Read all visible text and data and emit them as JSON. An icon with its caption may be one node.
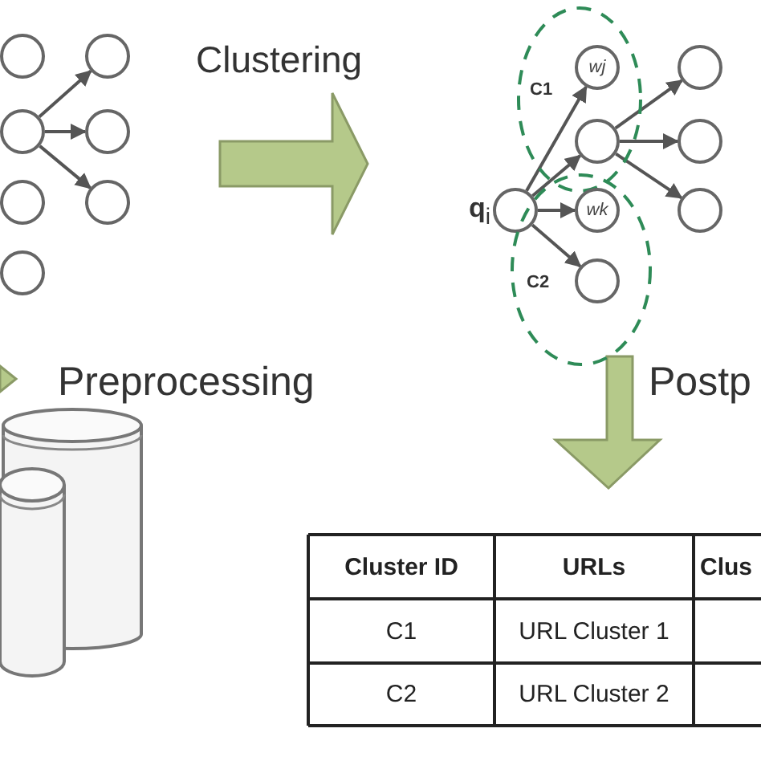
{
  "diagram": {
    "nodes": [
      {
        "text": [],
        "shape": "circle"
      },
      {
        "text": [],
        "shape": "circle"
      },
      {
        "text": [],
        "shape": "circle"
      },
      {
        "text": [],
        "shape": "circle"
      },
      {
        "text": [],
        "shape": "circle"
      },
      {
        "text": [],
        "shape": "circle"
      },
      {
        "text": [],
        "shape": "circle"
      },
      {
        "text": [
          "C1"
        ]
      },
      {
        "text": [
          "wj"
        ],
        "in": 7
      },
      {
        "text": [],
        "shape": "circle",
        "in": 7
      },
      {
        "text": [],
        "shape": "circle"
      },
      {
        "text": [],
        "shape": "circle"
      },
      {
        "text": [],
        "shape": "circle"
      },
      {
        "text": [],
        "shape": "circle",
        "beside": [
          "**q**$_{i}$"
        ]
      },
      {
        "text": [
          "C2"
        ]
      },
      {
        "text": [
          "wk"
        ],
        "in": 14
      },
      {
        "text": [],
        "shape": "circle",
        "in": 14
      }
    ],
    "edges": [
      {
        "from": 1,
        "to": 4,
        "arrow": "to"
      },
      {
        "from": 1,
        "to": 5,
        "arrow": "to"
      },
      {
        "from": 1,
        "to": 6,
        "arrow": "to"
      },
      {
        "from": 13,
        "to": 8,
        "arrow": "to"
      },
      {
        "from": 13,
        "to": 9,
        "arrow": "to"
      },
      {
        "from": 13,
        "to": 15,
        "arrow": "to"
      },
      {
        "from": 13,
        "to": 16,
        "arrow": "to"
      },
      {
        "from": 9,
        "to": 10,
        "arrow": "to"
      },
      {
        "from": 9,
        "to": 11,
        "arrow": "to"
      },
      {
        "from": 9,
        "to": 12,
        "arrow": "to"
      }
    ],
    "labels": [
      "Clustering",
      "Preprocessing",
      "Postp",
      "Cluster ID",
      "URLs",
      "Clus",
      "C1",
      "URL Cluster 1",
      "C2",
      "URL Cluster 2"
    ]
  }
}
